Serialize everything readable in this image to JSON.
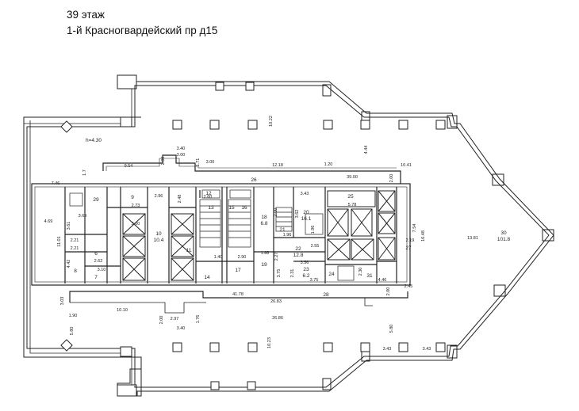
{
  "header": {
    "floor": "39 этаж",
    "address": "1-й Красногвардейский пр д15"
  },
  "ceiling_height": "h=4.30",
  "rooms": [
    "29",
    "9",
    "10",
    "11",
    "13",
    "15",
    "16",
    "18",
    "21",
    "20",
    "22",
    "23",
    "25",
    "26",
    "27",
    "28",
    "30",
    "31",
    "7",
    "8",
    "6",
    "17",
    "19",
    "24",
    "12",
    "14"
  ],
  "room_areas": [
    "10.4",
    "6.8",
    "16.1",
    "12.8",
    "6.2",
    "101.8"
  ],
  "dimensions": [
    "3.40",
    "3.00",
    "9.54",
    "2.00",
    "1.71",
    "3.00",
    "12.18",
    "1.20",
    "39.00",
    "2.00",
    "10.41",
    "7.46",
    "1.7",
    "2.73",
    "3.00",
    "2.96",
    "2.48",
    "2.60",
    "3.43",
    "5.78",
    "3.69",
    "3.61",
    "4.69",
    "2.21",
    "2.21",
    "2.62",
    "3.10",
    "11.01",
    "4.42",
    "1.40",
    "2.90",
    "3.62",
    "1.96",
    "2.55",
    "1.96",
    "2.19",
    "7.54",
    "16.48",
    "13.81",
    "2.45",
    "4.46",
    "3.75",
    "2.30",
    "41.78",
    "26.83",
    "3.03",
    "1.90",
    "10.10",
    "2.00",
    "2.97",
    "3.40",
    "1.76",
    "26.86",
    "5.80",
    "10.23",
    "5.80",
    "3.43",
    "3.43",
    "10.22",
    "4.44",
    "1.88",
    "3.56",
    "2.00",
    "2.27",
    "2.31",
    "2.00",
    "3.75"
  ],
  "colors": {
    "wall": "#222222",
    "fill": "#ffffff",
    "text": "#222222"
  }
}
